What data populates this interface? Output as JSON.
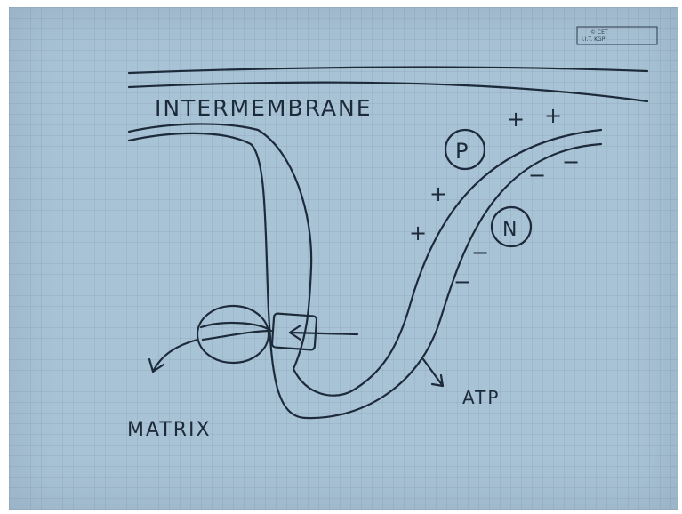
{
  "labels": {
    "intermembrane": "INTERMEMBRANE",
    "matrix": "MATRIX",
    "atp": "ATP",
    "p_side": "P",
    "n_side": "N",
    "plus": "+",
    "minus": "−"
  },
  "logo": {
    "line1": "© CET",
    "line2": "I.I.T. KGP"
  }
}
